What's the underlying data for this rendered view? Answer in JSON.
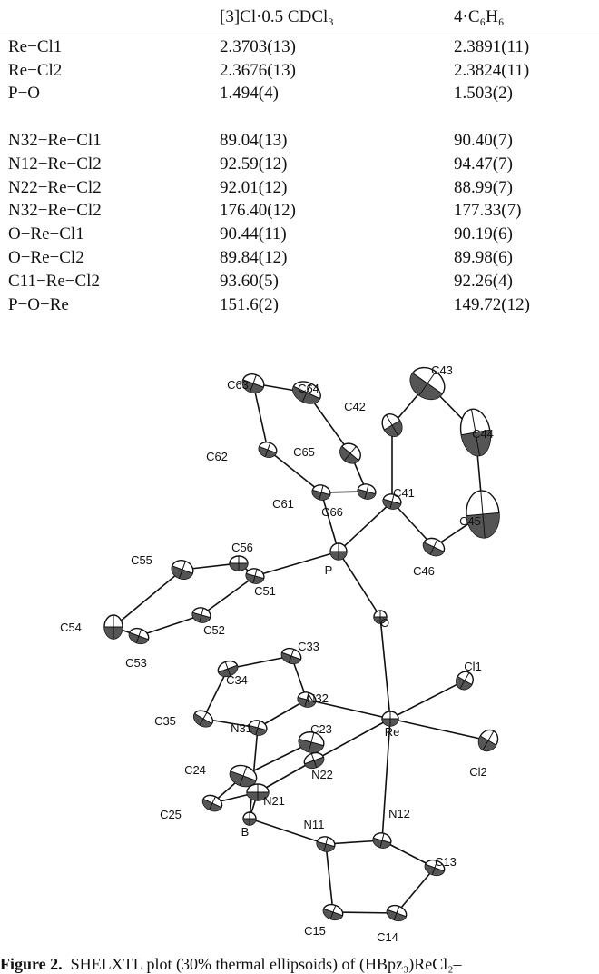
{
  "table": {
    "headers": [
      "",
      "[3]Cl·0.5 CDCl₃",
      "4·C₆H₆"
    ],
    "bond_rows": [
      [
        "Re−Cl1",
        "2.3703(13)",
        "2.3891(11)"
      ],
      [
        "Re−Cl2",
        "2.3676(13)",
        "2.3824(11)"
      ],
      [
        "P−O",
        "1.494(4)",
        "1.503(2)"
      ]
    ],
    "angle_rows": [
      [
        "N32−Re−Cl1",
        "89.04(13)",
        "90.40(7)"
      ],
      [
        "N12−Re−Cl2",
        "92.59(12)",
        "94.47(7)"
      ],
      [
        "N22−Re−Cl2",
        "92.01(12)",
        "88.99(7)"
      ],
      [
        "N32−Re−Cl2",
        "176.40(12)",
        "177.33(7)"
      ],
      [
        "O−Re−Cl1",
        "90.44(11)",
        "90.19(6)"
      ],
      [
        "O−Re−Cl2",
        "89.84(12)",
        "89.98(6)"
      ],
      [
        "C11−Re−Cl2",
        "93.60(5)",
        "92.26(4)"
      ],
      [
        "P−O−Re",
        "151.6(2)",
        "149.72(12)"
      ]
    ]
  },
  "figure": {
    "atoms": [
      "C63",
      "C64",
      "C43",
      "C42",
      "C44",
      "C62",
      "C65",
      "C61",
      "C66",
      "C41",
      "C45",
      "C56",
      "C55",
      "P",
      "C51",
      "C46",
      "C54",
      "C52",
      "O",
      "C53",
      "C33",
      "C34",
      "Cl1",
      "N32",
      "C35",
      "N31",
      "Re",
      "C23",
      "Cl2",
      "C24",
      "N22",
      "N21",
      "C25",
      "B",
      "N11",
      "N12",
      "C13",
      "C15",
      "C14"
    ]
  },
  "caption": {
    "label": "Figure 2.",
    "text": "SHELXTL plot (30% thermal ellipsoids) of (HBpz₃)ReCl₂–"
  }
}
